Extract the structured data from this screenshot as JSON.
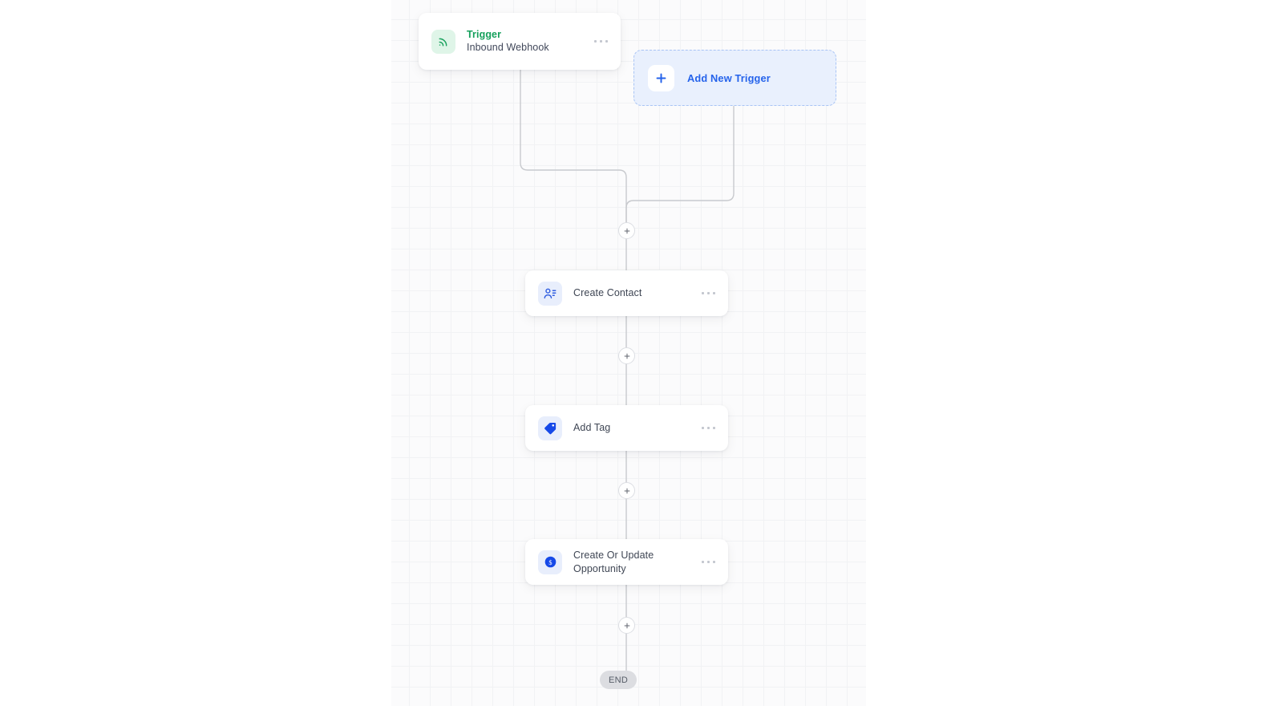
{
  "canvas": {
    "background_color": "#fbfbfc",
    "grid_line_color": "#f1f2f4",
    "connector_color": "#c8cace"
  },
  "trigger": {
    "kicker": "Trigger",
    "name": "Inbound Webhook",
    "kicker_color": "#15a05c",
    "icon": "rss-signal-icon",
    "menu_label": "more-options"
  },
  "add_new_trigger": {
    "label": "Add New Trigger",
    "icon": "plus-icon",
    "accent_color": "#2563eb",
    "fill_color": "#e9f0fd",
    "border_color": "#a9c4f5"
  },
  "steps": [
    {
      "label": "Create Contact",
      "icon": "contact-person-list-icon",
      "icon_color": "#2f5de0",
      "menu_label": "more-options"
    },
    {
      "label": "Add Tag",
      "icon": "tag-icon",
      "icon_color": "#1649e8",
      "menu_label": "more-options"
    },
    {
      "label": "Create Or Update\nOpportunity",
      "icon": "dollar-circle-icon",
      "icon_color": "#1649e8",
      "menu_label": "more-options"
    }
  ],
  "add_step_buttons": [
    {
      "name": "add-step-after-triggers",
      "label": "+"
    },
    {
      "name": "add-step-after-create-contact",
      "label": "+"
    },
    {
      "name": "add-step-after-add-tag",
      "label": "+"
    },
    {
      "name": "add-step-after-opportunity",
      "label": "+"
    }
  ],
  "end": {
    "label": "END"
  }
}
